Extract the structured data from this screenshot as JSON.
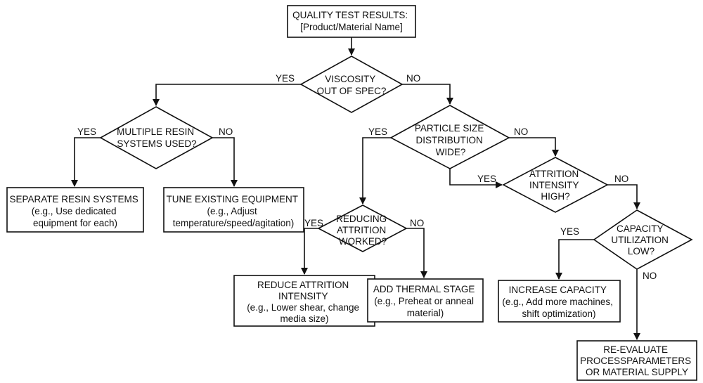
{
  "diagram": {
    "nodes": {
      "start": {
        "lines": [
          "QUALITY TEST RESULTS:",
          "[Product/Material Name]"
        ]
      },
      "viscosity": {
        "lines": [
          "VISCOSITY",
          "OUT OF SPEC?"
        ]
      },
      "multiple": {
        "lines": [
          "MULTIPLE RESIN",
          "SYSTEMS USED?"
        ]
      },
      "particle": {
        "lines": [
          "PARTICLE SIZE",
          "DISTRIBUTION",
          "WIDE?"
        ]
      },
      "separate": {
        "lines": [
          "SEPARATE RESIN SYSTEMS",
          "(e.g., Use dedicated",
          "equipment for each)"
        ]
      },
      "tune": {
        "lines": [
          "TUNE EXISTING EQUIPMENT",
          "(e.g., Adjust",
          "temperature/speed/agitation)"
        ]
      },
      "reducing": {
        "lines": [
          "REDUCING",
          "ATTRITION",
          "WORKED?"
        ]
      },
      "attrition": {
        "lines": [
          "ATTRITION",
          "INTENSITY",
          "HIGH?"
        ]
      },
      "capacity": {
        "lines": [
          "CAPACITY",
          "UTILIZATION",
          "LOW?"
        ]
      },
      "reduce": {
        "lines": [
          "REDUCE ATTRITION",
          "INTENSITY",
          "(e.g., Lower shear, change",
          "media size)"
        ]
      },
      "thermal": {
        "lines": [
          "ADD THERMAL STAGE",
          "(e.g., Preheat or anneal",
          "material)"
        ]
      },
      "increase": {
        "lines": [
          "INCREASE CAPACITY",
          "(e.g., Add more machines,",
          "shift optimization)"
        ]
      },
      "reevaluate": {
        "lines": [
          "RE-EVALUATE",
          "PROCESSPARAMETERS",
          "OR MATERIAL SUPPLY"
        ]
      }
    },
    "edge_labels": {
      "viscosity_yes": "YES",
      "viscosity_no": "NO",
      "multiple_yes": "YES",
      "multiple_no": "NO",
      "particle_yes": "YES",
      "particle_no": "NO",
      "attrition_yes": "YES",
      "attrition_no": "NO",
      "reducing_yes": "YES",
      "reducing_no": "NO",
      "capacity_yes": "YES",
      "capacity_no": "NO"
    }
  }
}
